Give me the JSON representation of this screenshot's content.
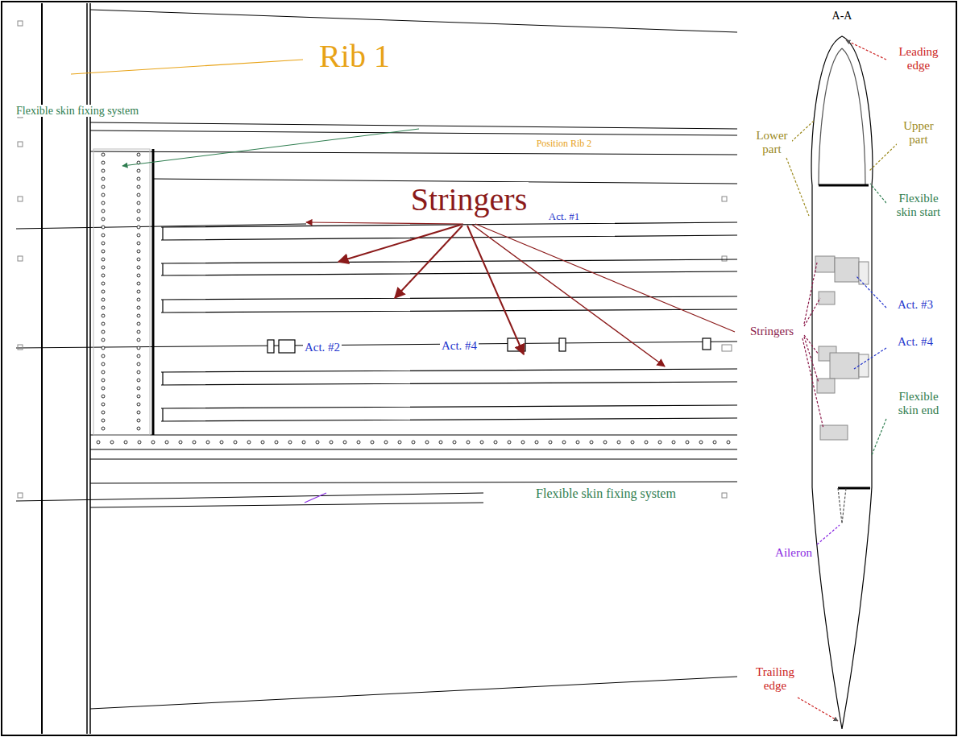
{
  "diagram": {
    "labels": [
      "A-A",
      "Leading edge",
      "Upper part",
      "Lower part",
      "Flexible skin start",
      "Stringers",
      "Act. #3",
      "Act. #4",
      "Flexible skin end",
      "Aileron",
      "Trailing edge",
      "Rib 1",
      "Flexible skin fixing system",
      "Position Rib 2",
      "Stringers",
      "Act. #1",
      "Act. #2",
      "Act. #4",
      "Flexible skin fixing system"
    ]
  }
}
